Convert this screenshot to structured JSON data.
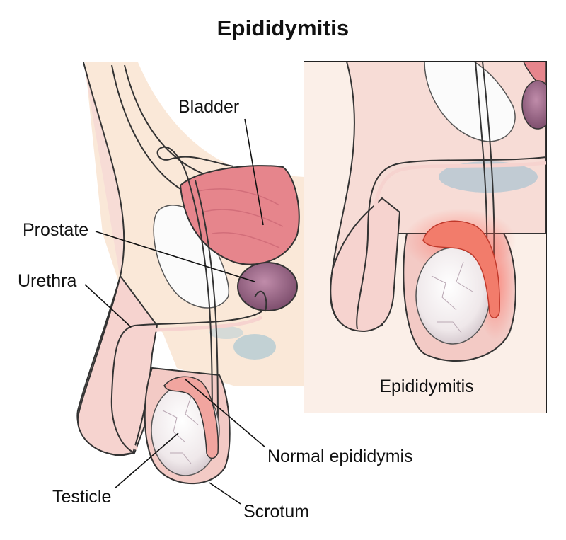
{
  "title": "Epididymitis",
  "labels": {
    "bladder": "Bladder",
    "prostate": "Prostate",
    "urethra": "Urethra",
    "normal_epididymis": "Normal epididymis",
    "testicle": "Testicle",
    "scrotum": "Scrotum"
  },
  "inset": {
    "caption": "Epididymitis"
  },
  "colors": {
    "skin": "#f6d8d3",
    "skin_shadow": "#ecbab3",
    "bladder": "#e6858c",
    "prostate": "#a2708f",
    "testicle": "#eee9ea",
    "inflamed": "#f27c6b",
    "outline": "#2a2a2a"
  }
}
